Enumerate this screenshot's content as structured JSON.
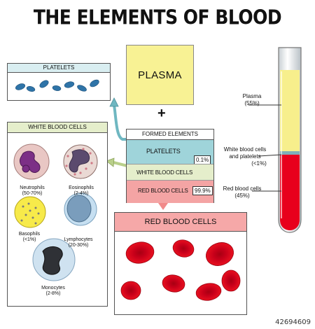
{
  "title": "THE ELEMENTS OF BLOOD",
  "platelets_box": {
    "header": "PLATELETS"
  },
  "plasma_box": {
    "label": "PLASMA"
  },
  "plus": "+",
  "formed_elements": {
    "title": "FORMED ELEMENTS",
    "platelets": {
      "label": "PLATELETS",
      "percent": "0.1%"
    },
    "white_blood_cells": {
      "label": "WHITE BLOOD CELLS"
    },
    "red_blood_cells": {
      "label": "RED BLOOD CELLS",
      "percent": "99.9%"
    }
  },
  "white_blood_cells_box": {
    "header": "WHITE BLOOD CELLS",
    "cells": [
      {
        "name": "Neutrophils",
        "range": "(50-70%)"
      },
      {
        "name": "Eosinophils",
        "range": "(2-4%)"
      },
      {
        "name": "Basophils",
        "range": "(<1%)"
      },
      {
        "name": "Lymphocytes",
        "range": "(20-30%)"
      },
      {
        "name": "Monocytes",
        "range": "(2-8%)"
      }
    ]
  },
  "red_blood_cells_box": {
    "header": "RED BLOOD CELLS"
  },
  "test_tube": {
    "plasma": {
      "name": "Plasma",
      "percent": "(55%)"
    },
    "buffy_coat": {
      "line1": "White blood cells",
      "line2": "and platelets",
      "percent": "(<1%)"
    },
    "red_cells": {
      "name": "Red blood cells",
      "percent": "(45%)"
    }
  },
  "footer": {
    "image_id": "42694609"
  },
  "colors": {
    "plasma": "#f8f294",
    "platelets": "#9fd4da",
    "white_cells": "#e5eecb",
    "red_cells": "#f4a4a4",
    "blood_red": "#e8001c"
  }
}
